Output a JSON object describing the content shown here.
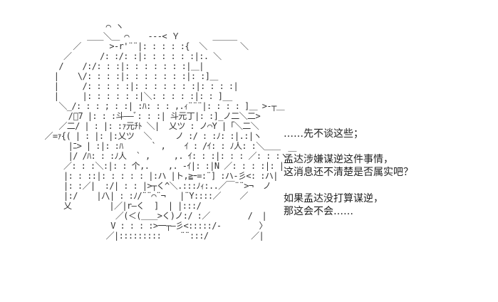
{
  "ascii_art": [
    "                 ⌒ ヽ",
    "             ＿＿＼＿ ⌒    ---< Ｙ       ＿＿＿",
    "          ／      >-r'¨¨|: : : : :{  ＼       ＼",
    "        ／      /: :/: :|: : : : : :|:. ＼",
    "       /    /:/: : :|: : : : : : :|＿|",
    "      |    \\/: : : :|: : : : : : :|: :]＿",
    "      |     /: : : : :|: : : : : : :|: : : :|",
    "      |     |: : : : : :|＼: : : : :|: : ]__",
    "       ＼_/: : : ; : :| :ﾊ: : : ,.ｨ¨¨¨|: : : : ]＿ >‐┬＿",
    "         /ﾞ7 |: : :斗――ﾞ: : :| 斗元丁|: :]_ノ二＼二>",
    "       ／二/ | : |: :ｧ元ﾁﾄ ＼|  乂ツ : ノ⌒Y |「＼二＼",
    "    ／=ｧ{( | : |: |:乂ツ  ＼     ノ :/ : :ﾉ: :|.:|ヽ",
    "         |ﾆ> | :|: :ﾊ      ` ,    ｲ : /ｲ: : ﾉ人: :＼＿＿",
    "         |/ /ﾊ: : :ﾉ人  ` ,     ,. ｲ: : :|: : : ／: : :ヽ￣",
    "        ／: : :＼:|: : 个,.    ,. -ｲ|: :|N ／: : : :|: |",
    "        |: : ::|: : : : : |:ハ |ト,≧ｰ=:¨] :ハ-彡<: :ハ|",
    "        |: :／|  :/| : : |>┬く^＼.:::ﾉｨ:..／￣¨¨>¬  ノ",
    "        |:/    |ﾉ\\| : :ﾉ/¨¨⌒¨¬   |¨Y::::／    ／",
    "        乂        |／|r―く  ]  | |:::/",
    "                   ／(＜(＿＿>く)ノ:/ :／        /  |",
    "                  V : : : :>一┬―彡<:::::/-        〉",
    "                 ／|:::::::::    ¨¨:::/         ／|"
  ],
  "dialogue": {
    "line1": "……先不谈这些；",
    "line2": "孟达涉嫌谋逆这件事情，",
    "line3": "这消息还不清楚是否属实吧？",
    "line4": "如果孟达没打算谋逆，",
    "line5": "那这会不会……"
  }
}
